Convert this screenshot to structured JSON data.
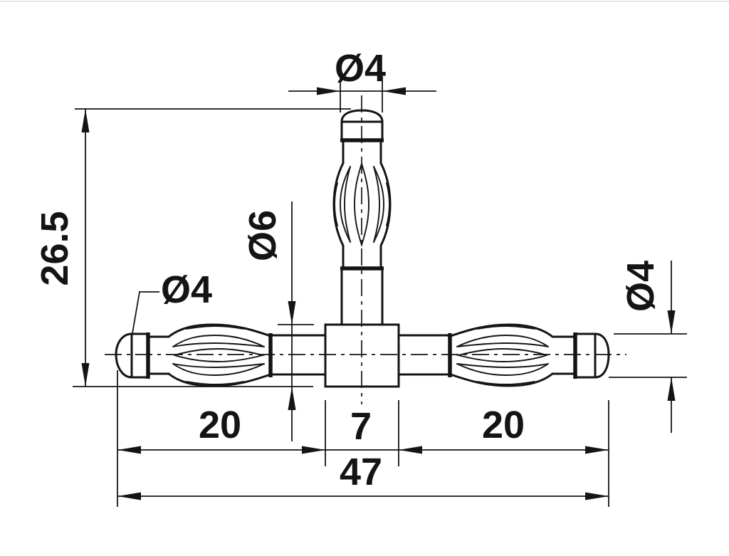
{
  "drawing": {
    "type": "technical-dimension-drawing",
    "part": "t-shaped-banana-plug-connector",
    "units": "mm",
    "labels": {
      "overall_height": "26.5",
      "top_tip_diameter": "Ø4",
      "body_diameter": "Ø6",
      "left_tip_diameter": "Ø4",
      "right_tip_diameter": "Ø4",
      "left_arm_length": "20",
      "body_length": "7",
      "right_arm_length": "20",
      "overall_length": "47"
    },
    "colors": {
      "line": "#141414",
      "background": "#ffffff"
    }
  }
}
